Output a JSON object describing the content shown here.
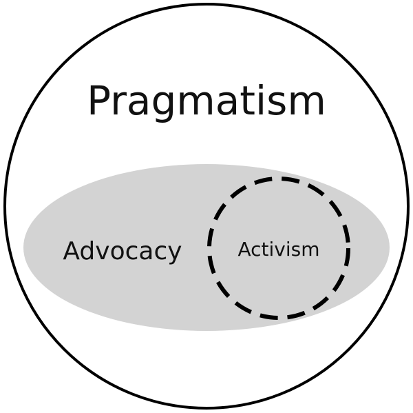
{
  "labels": {
    "outer": "Pragmatism",
    "middle": "Advocacy",
    "inner": "Activism"
  },
  "colors": {
    "background": "#ffffff",
    "outline": "#000000",
    "ellipse_fill": "#d3d3d3",
    "text": "#111111"
  }
}
